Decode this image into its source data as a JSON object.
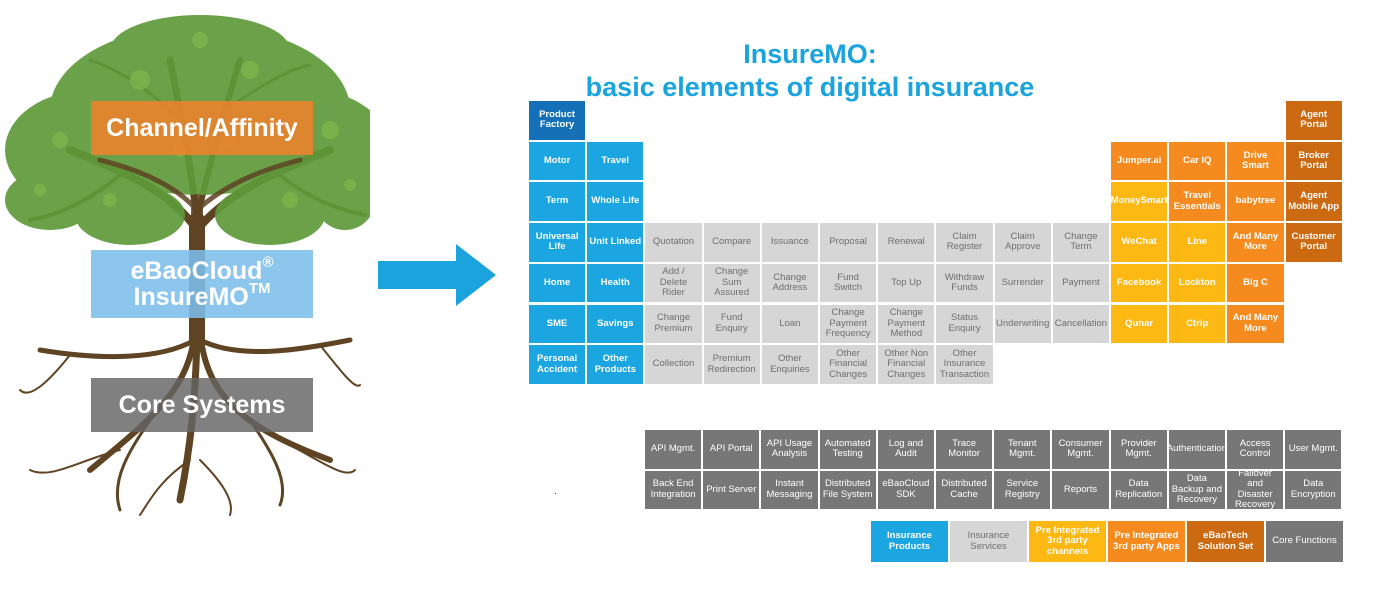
{
  "tree": {
    "channel_label": "Channel/Affinity",
    "ebao_line1": "eBaoCloud",
    "ebao_reg": "®",
    "ebao_line2": "InsureMO",
    "ebao_tm": "TM",
    "core_label": "Core Systems",
    "colors": {
      "foliage": "#5f9a3a",
      "trunk": "#5e4422"
    }
  },
  "arrow_color": "#1ba3dd",
  "title": {
    "line1": "InsureMO:",
    "line2": "basic elements of digital insurance"
  },
  "elements": [
    {
      "label": "Product Factory",
      "cat": "pf",
      "col": 0,
      "row": 0
    },
    {
      "label": "Motor",
      "cat": "ins",
      "col": 0,
      "row": 1
    },
    {
      "label": "Travel",
      "cat": "ins",
      "col": 1,
      "row": 1
    },
    {
      "label": "Term",
      "cat": "ins",
      "col": 0,
      "row": 2
    },
    {
      "label": "Whole Life",
      "cat": "ins",
      "col": 1,
      "row": 2
    },
    {
      "label": "Universal Life",
      "cat": "ins",
      "col": 0,
      "row": 3
    },
    {
      "label": "Unit Linked",
      "cat": "ins",
      "col": 1,
      "row": 3
    },
    {
      "label": "Home",
      "cat": "ins",
      "col": 0,
      "row": 4
    },
    {
      "label": "Health",
      "cat": "ins",
      "col": 1,
      "row": 4
    },
    {
      "label": "SME",
      "cat": "ins",
      "col": 0,
      "row": 5
    },
    {
      "label": "Savings",
      "cat": "ins",
      "col": 1,
      "row": 5
    },
    {
      "label": "Personal Accident",
      "cat": "ins",
      "col": 0,
      "row": 6
    },
    {
      "label": "Other Products",
      "cat": "ins",
      "col": 1,
      "row": 6
    },
    {
      "label": "Quotation",
      "cat": "svc",
      "col": 2,
      "row": 3
    },
    {
      "label": "Compare",
      "cat": "svc",
      "col": 3,
      "row": 3
    },
    {
      "label": "Issuance",
      "cat": "svc",
      "col": 4,
      "row": 3
    },
    {
      "label": "Proposal",
      "cat": "svc",
      "col": 5,
      "row": 3
    },
    {
      "label": "Renewal",
      "cat": "svc",
      "col": 6,
      "row": 3
    },
    {
      "label": "Claim Register",
      "cat": "svc",
      "col": 7,
      "row": 3
    },
    {
      "label": "Claim Approve",
      "cat": "svc",
      "col": 8,
      "row": 3
    },
    {
      "label": "Change Term",
      "cat": "svc",
      "col": 9,
      "row": 3
    },
    {
      "label": "Add / Delete Rider",
      "cat": "svc",
      "col": 2,
      "row": 4
    },
    {
      "label": "Change Sum Assured",
      "cat": "svc",
      "col": 3,
      "row": 4
    },
    {
      "label": "Change Address",
      "cat": "svc",
      "col": 4,
      "row": 4
    },
    {
      "label": "Fund Switch",
      "cat": "svc",
      "col": 5,
      "row": 4
    },
    {
      "label": "Top Up",
      "cat": "svc",
      "col": 6,
      "row": 4
    },
    {
      "label": "Withdraw Funds",
      "cat": "svc",
      "col": 7,
      "row": 4
    },
    {
      "label": "Surrender",
      "cat": "svc",
      "col": 8,
      "row": 4
    },
    {
      "label": "Payment",
      "cat": "svc",
      "col": 9,
      "row": 4
    },
    {
      "label": "Change Premium",
      "cat": "svc",
      "col": 2,
      "row": 5
    },
    {
      "label": "Fund Enquiry",
      "cat": "svc",
      "col": 3,
      "row": 5
    },
    {
      "label": "Loan",
      "cat": "svc",
      "col": 4,
      "row": 5
    },
    {
      "label": "Change Payment Frequency",
      "cat": "svc",
      "col": 5,
      "row": 5
    },
    {
      "label": "Change Payment Method",
      "cat": "svc",
      "col": 6,
      "row": 5
    },
    {
      "label": "Status Enquiry",
      "cat": "svc",
      "col": 7,
      "row": 5
    },
    {
      "label": "Underwriting",
      "cat": "svc",
      "col": 8,
      "row": 5
    },
    {
      "label": "Cancellation",
      "cat": "svc",
      "col": 9,
      "row": 5
    },
    {
      "label": "Collection",
      "cat": "svc",
      "col": 2,
      "row": 6
    },
    {
      "label": "Premium Redirection",
      "cat": "svc",
      "col": 3,
      "row": 6
    },
    {
      "label": "Other Enquiries",
      "cat": "svc",
      "col": 4,
      "row": 6
    },
    {
      "label": "Other Financial Changes",
      "cat": "svc",
      "col": 5,
      "row": 6
    },
    {
      "label": "Other Non Financial Changes",
      "cat": "svc",
      "col": 6,
      "row": 6
    },
    {
      "label": "Other Insurance Transaction",
      "cat": "svc",
      "col": 7,
      "row": 6
    },
    {
      "label": "Agent Portal",
      "cat": "dk",
      "col": 13,
      "row": 0
    },
    {
      "label": "Jumper.ai",
      "cat": "o",
      "col": 10,
      "row": 1
    },
    {
      "label": "Car IQ",
      "cat": "o",
      "col": 11,
      "row": 1
    },
    {
      "label": "Drive Smart",
      "cat": "o",
      "col": 12,
      "row": 1
    },
    {
      "label": "Broker Portal",
      "cat": "dk",
      "col": 13,
      "row": 1
    },
    {
      "label": "MoneySmart",
      "cat": "y",
      "col": 10,
      "row": 2
    },
    {
      "label": "Travel Essentials",
      "cat": "o",
      "col": 11,
      "row": 2
    },
    {
      "label": "babytree",
      "cat": "o",
      "col": 12,
      "row": 2
    },
    {
      "label": "Agent Mobile App",
      "cat": "dk",
      "col": 13,
      "row": 2
    },
    {
      "label": "WeChat",
      "cat": "y",
      "col": 10,
      "row": 3
    },
    {
      "label": "Line",
      "cat": "y",
      "col": 11,
      "row": 3
    },
    {
      "label": "And Many More",
      "cat": "o",
      "col": 12,
      "row": 3
    },
    {
      "label": "Customer Portal",
      "cat": "dk",
      "col": 13,
      "row": 3
    },
    {
      "label": "Facebook",
      "cat": "y",
      "col": 10,
      "row": 4
    },
    {
      "label": "Lockton",
      "cat": "y",
      "col": 11,
      "row": 4
    },
    {
      "label": "Big C",
      "cat": "o",
      "col": 12,
      "row": 4
    },
    {
      "label": "Qunar",
      "cat": "y",
      "col": 10,
      "row": 5
    },
    {
      "label": "Ctrip",
      "cat": "y",
      "col": 11,
      "row": 5
    },
    {
      "label": "And Many More",
      "cat": "o",
      "col": 12,
      "row": 5
    }
  ],
  "core_functions": [
    [
      "API Mgmt.",
      "API Portal",
      "API Usage Analysis",
      "Automated Testing",
      "Log and Audit",
      "Trace Monitor",
      "Tenant Mgmt.",
      "Consumer Mgmt.",
      "Provider Mgmt.",
      "Authentication",
      "Access Control",
      "User Mgmt."
    ],
    [
      "Back End Integration",
      "Print Server",
      "Instant Messaging",
      "Distributed File System",
      "eBaoCloud SDK",
      "Distributed Cache",
      "Service Registry",
      "Reports",
      "Data Replication",
      "Data Backup and Recovery",
      "Failover and Disaster Recovery",
      "Data Encryption"
    ]
  ],
  "legend": [
    {
      "label": "Insurance Products",
      "cat": "ins"
    },
    {
      "label": "Insurance Services",
      "cat": "svc"
    },
    {
      "label": "Pre Integrated 3rd party channels",
      "cat": "y"
    },
    {
      "label": "Pre Integrated 3rd party Apps",
      "cat": "o"
    },
    {
      "label": "eBaoTech Solution Set",
      "cat": "dk"
    },
    {
      "label": "Core Functions",
      "cat": "core"
    }
  ]
}
